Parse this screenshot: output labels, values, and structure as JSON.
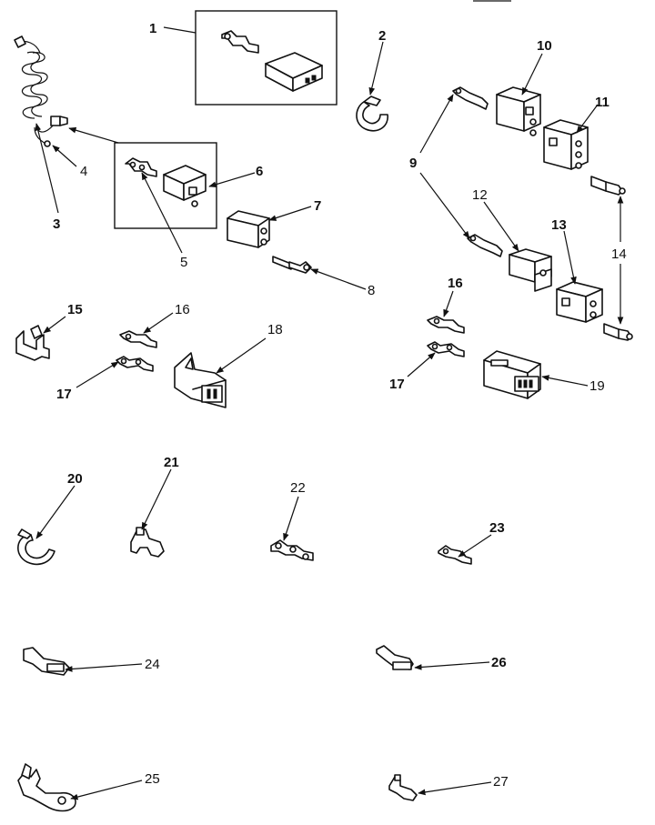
{
  "diagram": {
    "callouts": {
      "c1": "1",
      "c2": "2",
      "c3": "3",
      "c4": "4",
      "c5": "5",
      "c6": "6",
      "c7": "7",
      "c8": "8",
      "c9": "9",
      "c10": "10",
      "c11": "11",
      "c12": "12",
      "c13": "13",
      "c14": "14",
      "c15": "15",
      "c16a": "16",
      "c16b": "16",
      "c17a": "17",
      "c17b": "17",
      "c18": "18",
      "c19": "19",
      "c20": "20",
      "c21": "21",
      "c22": "22",
      "c23": "23",
      "c24": "24",
      "c25": "25",
      "c26": "26",
      "c27": "27"
    }
  }
}
